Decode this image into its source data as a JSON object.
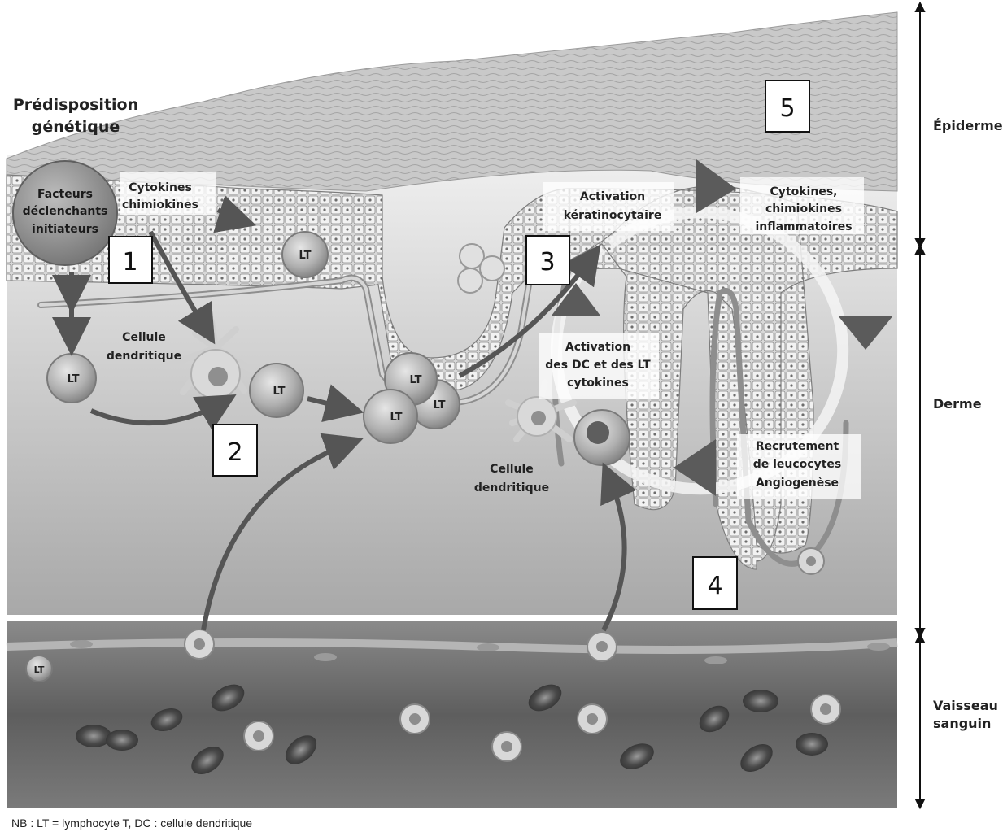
{
  "title": {
    "line1": "Prédisposition",
    "line2": "génétique"
  },
  "layers": {
    "epidermis": "Épiderme",
    "dermis": "Derme",
    "vessel_line1": "Vaisseau",
    "vessel_line2": "sanguin"
  },
  "triggers": {
    "line1": "Facteurs",
    "line2": "déclenchants",
    "line3": "initiateurs"
  },
  "labels": {
    "cytokines_line1": "Cytokines",
    "cytokines_line2": "chimiokines",
    "dendritic_left_line1": "Cellule",
    "dendritic_left_line2": "dendritique",
    "dendritic_mid_line1": "Cellule",
    "dendritic_mid_line2": "dendritique",
    "activation_kera_line1": "Activation",
    "activation_kera_line2": "kératinocytaire",
    "cytokines_inflam_line1": "Cytokines,",
    "cytokines_inflam_line2": "chimiokines",
    "cytokines_inflam_line3": "inflammatoires",
    "activation_dc_line1": "Activation",
    "activation_dc_line2": "des DC et des LT",
    "activation_dc_line3": "cytokines",
    "recruitment_line1": "Recrutement",
    "recruitment_line2": "de leucocytes",
    "recruitment_line3": "Angiogenèse"
  },
  "steps": [
    "1",
    "2",
    "3",
    "4",
    "5"
  ],
  "cell_abbrev": "LT",
  "note": "NB : LT = lymphocyte T,  DC : cellule dendritique",
  "colors": {
    "stratum_corneum": "#c8c8c8",
    "dermis_top": "#ececec",
    "dermis_bottom": "#a9a9a9",
    "vessel": "#6f6f6f",
    "arrow": "#555555"
  }
}
